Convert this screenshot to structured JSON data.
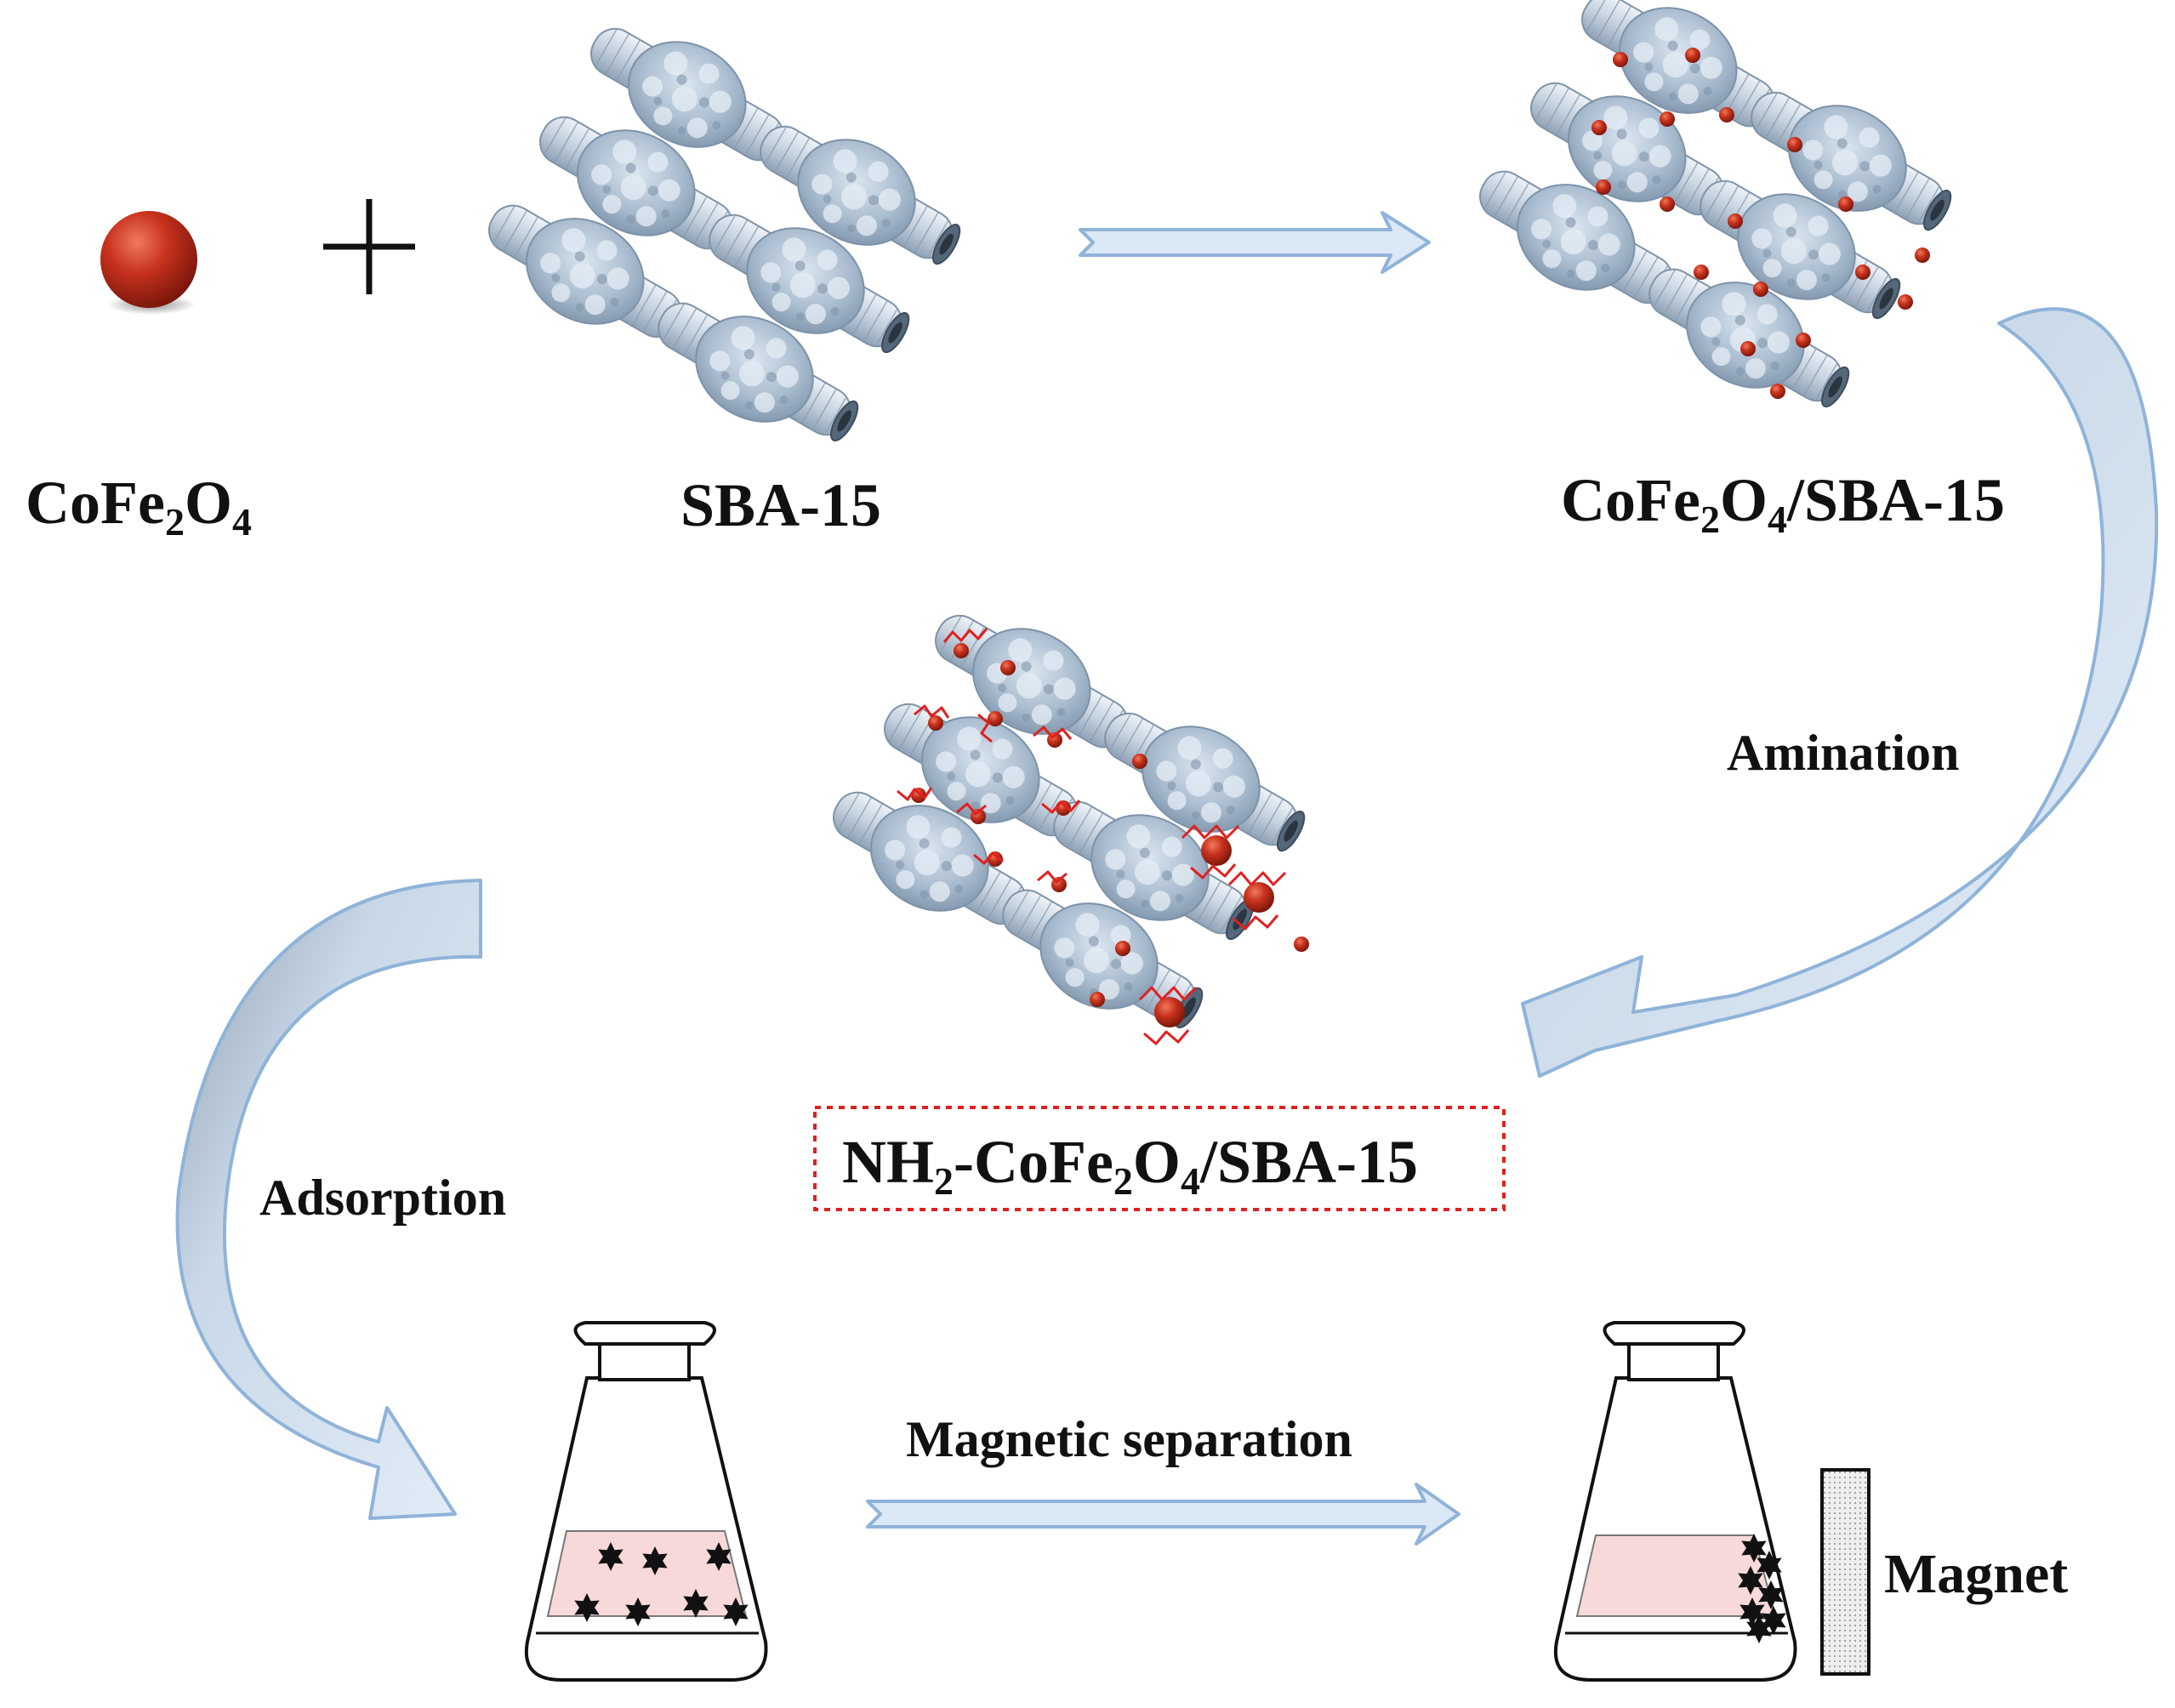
{
  "labels": {
    "cofe2o4": {
      "main": "CoFe",
      "sub1": "2",
      "mid": "O",
      "sub2": "4"
    },
    "sba15": "SBA-15",
    "composite": {
      "main": "CoFe",
      "sub1": "2",
      "mid": "O",
      "sub2": "4",
      "tail": "/SBA-15"
    },
    "amination": "Amination",
    "functionalized": {
      "pre": "NH",
      "sub0": "2",
      "main": "-CoFe",
      "sub1": "2",
      "mid": "O",
      "sub2": "4",
      "tail": "/SBA-15"
    },
    "adsorption": "Adsorption",
    "magnetic_separation": "Magnetic separation",
    "magnet": "Magnet"
  },
  "colors": {
    "nanoparticle": "#c8321e",
    "silica": "#a9bccf",
    "arrow_fill": "#dbe8f5",
    "arrow_stroke": "#8fb3d9",
    "curved_arrow_dark": "#93a4b6",
    "solution": "#f7d9d9",
    "dotted_box": "#e02020",
    "amine_chain": "#e02020"
  },
  "icons": {
    "plus": "plus-icon",
    "pollutant": "star-icon",
    "flask": "flask-icon",
    "magnet": "magnet-icon"
  }
}
